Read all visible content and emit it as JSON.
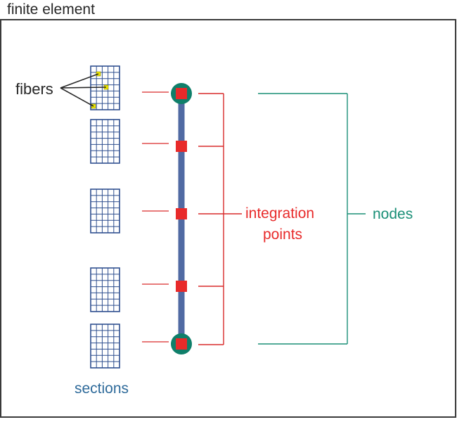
{
  "title": "finite element",
  "labels": {
    "fibers": "fibers",
    "sections": "sections",
    "integration_line1": "integration",
    "integration_line2": "points",
    "nodes": "nodes"
  },
  "counts": {
    "integration_points": 5,
    "nodes": 2,
    "sections": 5,
    "highlighted_fibers": 3
  },
  "colors": {
    "frame": "#3a3a3a",
    "text": "#262626",
    "section_grid": "#2f4f8f",
    "fiber_highlight": "#f2ea00",
    "element_bar": "#506aa3",
    "node_fill": "#0f7f6a",
    "integration_point": "#e82a2a",
    "integration_lines": "#d92b2b",
    "node_lines": "#1a8f77",
    "sections_label": "#2e6a9a"
  }
}
